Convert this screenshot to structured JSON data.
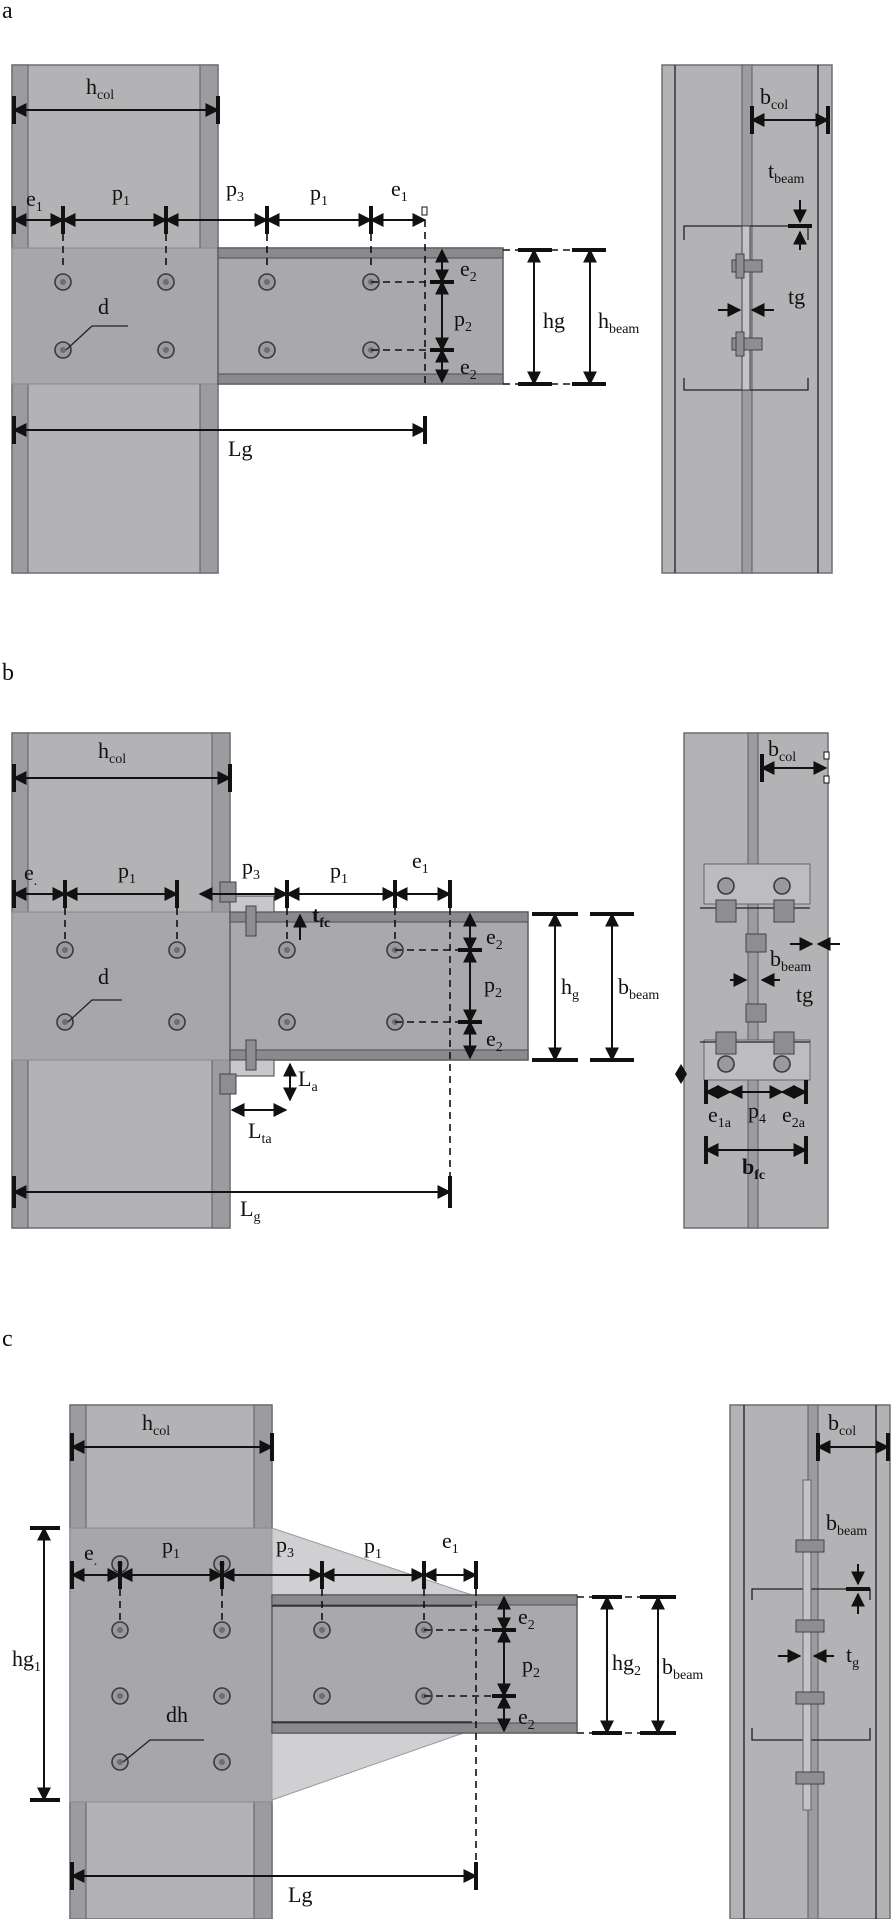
{
  "panels": [
    {
      "letter": "a",
      "labels": {
        "hcol": [
          "h",
          "col"
        ],
        "e1_left": [
          "e",
          "1"
        ],
        "p1_left": [
          "p",
          "1"
        ],
        "p3": [
          "p",
          "3"
        ],
        "p1_right": [
          "p",
          "1"
        ],
        "e1_right": [
          "e",
          "1"
        ],
        "e2_top": [
          "e",
          "2"
        ],
        "p2": [
          "p",
          "2"
        ],
        "e2_bot": [
          "e",
          "2"
        ],
        "hg": [
          "hg",
          ""
        ],
        "hbeam": [
          "h",
          "beam"
        ],
        "d": [
          "d",
          ""
        ],
        "Lg": [
          "Lg",
          ""
        ],
        "bcol": [
          "b",
          "col"
        ],
        "tbeam": [
          "t",
          "beam"
        ],
        "tg": [
          "tg",
          ""
        ]
      }
    },
    {
      "letter": "b",
      "labels": {
        "hcol": [
          "h",
          "col"
        ],
        "e1_left": [
          "e",
          "."
        ],
        "p1_left": [
          "p",
          "1"
        ],
        "p3": [
          "p",
          "3"
        ],
        "p1_right": [
          "p",
          "1"
        ],
        "e1_right": [
          "e",
          "1"
        ],
        "tfc": [
          "t",
          "fc"
        ],
        "e2_top": [
          "e",
          "2"
        ],
        "p2": [
          "p",
          "2"
        ],
        "e2_bot": [
          "e",
          "2"
        ],
        "hg": [
          "h",
          "g"
        ],
        "bbeam": [
          "b",
          "beam"
        ],
        "d": [
          "d",
          ""
        ],
        "La": [
          "L",
          "a"
        ],
        "Lta": [
          "L",
          "ta"
        ],
        "Lg": [
          "L",
          "g"
        ],
        "bcol": [
          "b",
          "col"
        ],
        "bbeam_side": [
          "b",
          "beam"
        ],
        "tg": [
          "tg",
          ""
        ],
        "e1a": [
          "e",
          "1a"
        ],
        "p4": [
          "p",
          "4"
        ],
        "e2a": [
          "e",
          "2a"
        ],
        "bfc": [
          "b",
          "fc"
        ]
      }
    },
    {
      "letter": "c",
      "labels": {
        "hcol": [
          "h",
          "col"
        ],
        "hg1": [
          "hg",
          "1"
        ],
        "e1_left": [
          "e",
          "."
        ],
        "p1_left": [
          "p",
          "1"
        ],
        "p3": [
          "p",
          "3"
        ],
        "p1_right": [
          "p",
          "1"
        ],
        "e1_right": [
          "e",
          "1"
        ],
        "e2_top": [
          "e",
          "2"
        ],
        "p2": [
          "p",
          "2"
        ],
        "e2_bot": [
          "e",
          "2"
        ],
        "hg2": [
          "hg",
          "2"
        ],
        "bbeam": [
          "b",
          "beam"
        ],
        "dh": [
          "dh",
          ""
        ],
        "Lg": [
          "Lg",
          ""
        ],
        "bcol": [
          "b",
          "col"
        ],
        "bbeam_side": [
          "b",
          "beam"
        ],
        "tg": [
          "t",
          "g"
        ]
      }
    }
  ],
  "icons": {
    "bolt": "hex-bolt-icon",
    "arrow": "arrowhead-icon",
    "diamond": "diamond-marker-icon"
  },
  "colors": {
    "steel": "#b3b3b6",
    "steel_dark": "#8a8a8e",
    "haunch": "#d0d0d3",
    "ink": "#111111"
  }
}
